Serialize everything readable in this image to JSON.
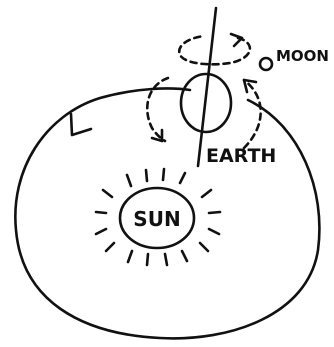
{
  "labels": {
    "moon_caps": "MOON",
    "earth": "EARTH",
    "sun": "SUN"
  },
  "colors": {
    "ink": "#111111",
    "background": "#ffffff"
  }
}
